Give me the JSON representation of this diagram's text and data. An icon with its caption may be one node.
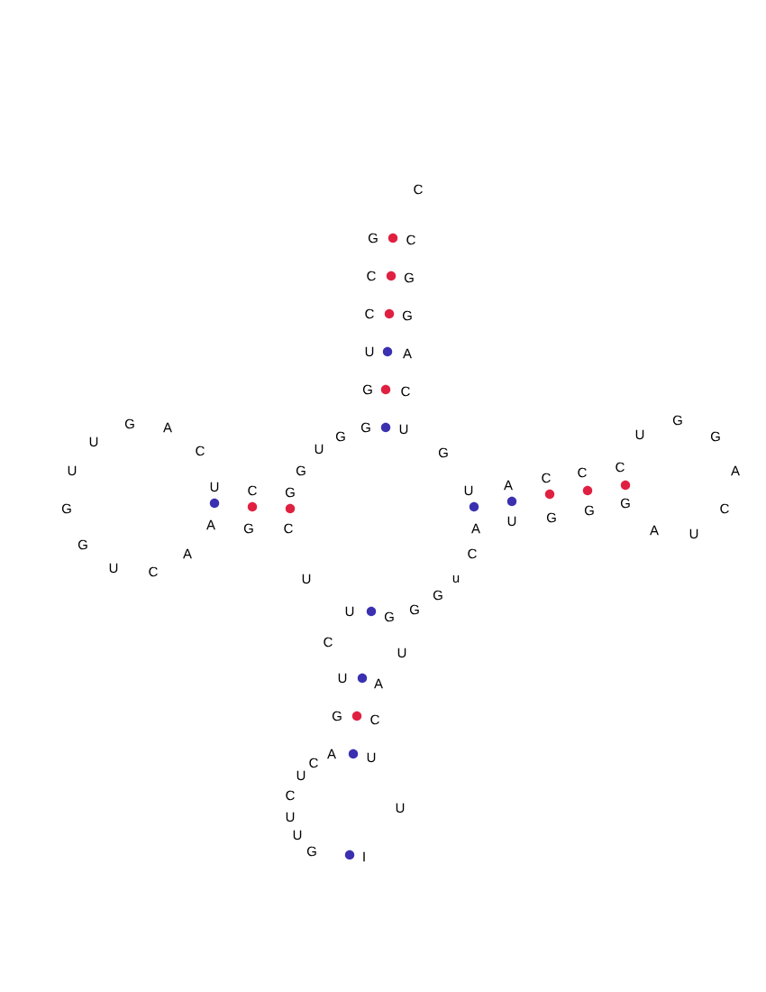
{
  "diagram": {
    "labels": [
      "C",
      "G",
      "C",
      "C",
      "G",
      "C",
      "G",
      "U",
      "A",
      "G",
      "C",
      "G",
      "A",
      "G",
      "U",
      "G",
      "U",
      "G",
      "G",
      "U",
      "U",
      "C",
      "G",
      "C",
      "U",
      "G",
      "A",
      "C",
      "C",
      "A",
      "U",
      "C",
      "G",
      "U",
      "G",
      "G",
      "C",
      "G",
      "G",
      "U",
      "A",
      "G",
      "C",
      "A",
      "A",
      "U",
      "G",
      "A",
      "C",
      "U",
      "C",
      "U",
      "u",
      "G",
      "G",
      "U",
      "G",
      "C",
      "U",
      "U",
      "A",
      "G",
      "C",
      "A",
      "U",
      "C",
      "U",
      "C",
      "U",
      "U",
      "U",
      "G",
      "I"
    ]
  }
}
